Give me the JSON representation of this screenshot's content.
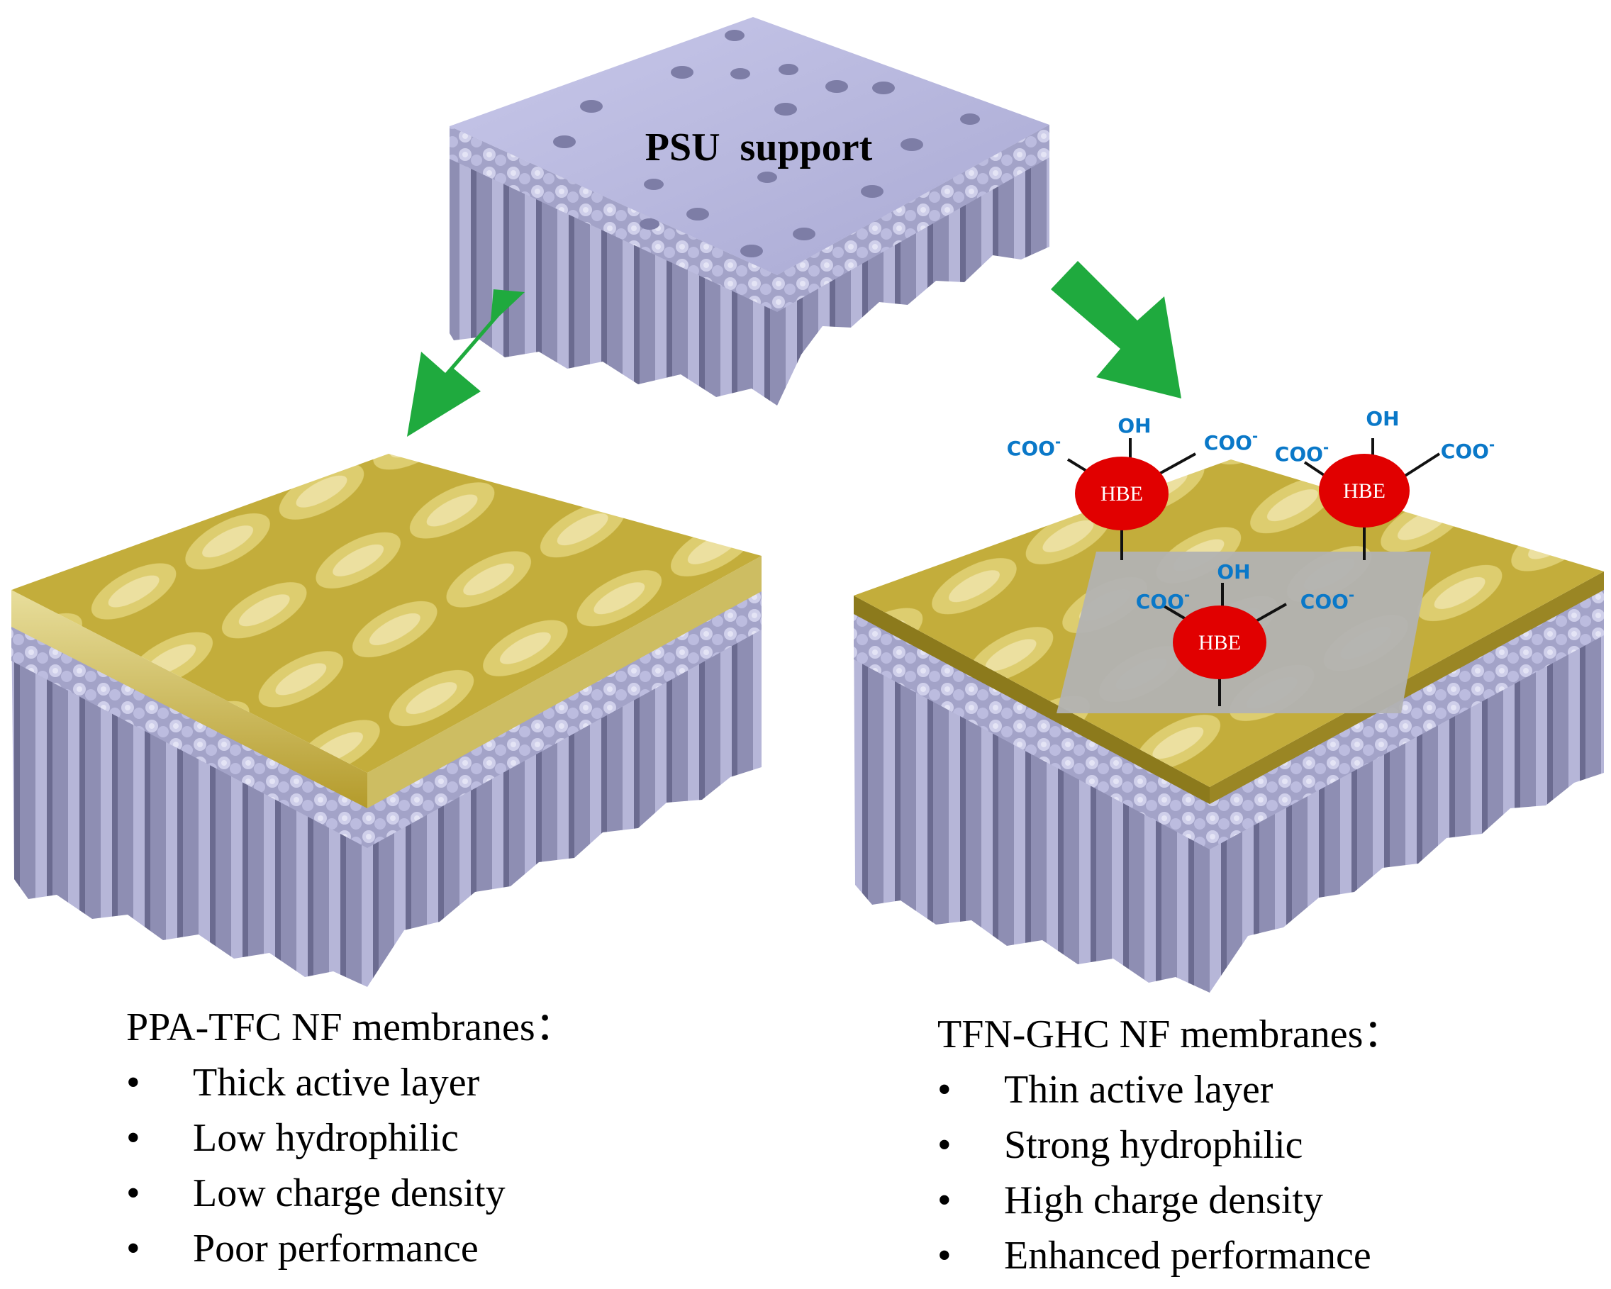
{
  "support": {
    "label": "PSU  support"
  },
  "hbe_label": "HBE",
  "groups": {
    "carboxylate": "COO",
    "carboxylate_charge": "-",
    "hydroxyl": "OH"
  },
  "colors": {
    "arrow": "#1faa3e",
    "support_top": "#b9b9dd",
    "support_side": "#8b8bb0",
    "active_layer": "#c2ad3a",
    "hbe_particle": "#e10000",
    "graphene_sheet": "#b2b2b2",
    "group_text": "#0a78c8"
  },
  "left_membrane": {
    "title": "PPA-TFC NF membranes：",
    "bullets": [
      "Thick active layer",
      "Low hydrophilic",
      "Low charge density",
      "Poor performance"
    ]
  },
  "right_membrane": {
    "title": "TFN-GHC NF membranes：",
    "bullets": [
      "Thin active layer",
      "Strong hydrophilic",
      "High charge density",
      "Enhanced performance"
    ]
  }
}
